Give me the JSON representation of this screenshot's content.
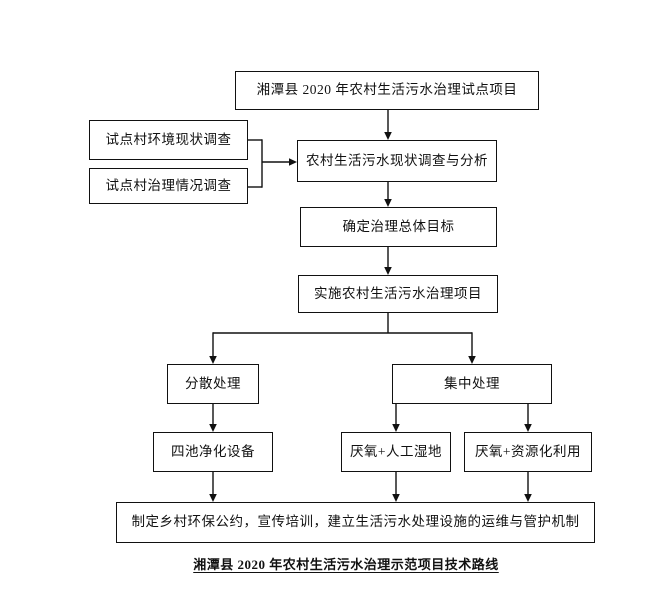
{
  "page": {
    "background": "#ffffff"
  },
  "diagram": {
    "type": "flowchart",
    "line_color": "#111111",
    "caption": "湘潭县 2020 年农村生活污水治理示范项目技术路线",
    "nodes": {
      "pilot_project": {
        "label": "湘潭县 2020 年农村生活污水治理试点项目"
      },
      "env_survey": {
        "label": "试点村环境现状调查"
      },
      "treatment_survey": {
        "label": "试点村治理情况调查"
      },
      "status_analysis": {
        "label": "农村生活污水现状调查与分析"
      },
      "overall_goal": {
        "label": "确定治理总体目标"
      },
      "implement_project": {
        "label": "实施农村生活污水治理项目"
      },
      "decentralized": {
        "label": "分散处理"
      },
      "centralized": {
        "label": "集中处理"
      },
      "four_pond_equipment": {
        "label": "四池净化设备"
      },
      "anaerobic_wetland": {
        "label": "厌氧+人工湿地"
      },
      "anaerobic_resource": {
        "label": "厌氧+资源化利用"
      },
      "maintenance_mechanism": {
        "label": "制定乡村环保公约，宣传培训，建立生活污水处理设施的运维与管护机制"
      }
    },
    "edges": [
      "pilot_project -> status_analysis",
      "env_survey -> status_analysis",
      "treatment_survey -> status_analysis",
      "status_analysis -> overall_goal",
      "overall_goal -> implement_project",
      "implement_project -> decentralized",
      "implement_project -> centralized",
      "decentralized -> four_pond_equipment",
      "centralized -> anaerobic_wetland",
      "centralized -> anaerobic_resource",
      "four_pond_equipment -> maintenance_mechanism",
      "anaerobic_wetland -> maintenance_mechanism",
      "anaerobic_resource -> maintenance_mechanism"
    ]
  }
}
